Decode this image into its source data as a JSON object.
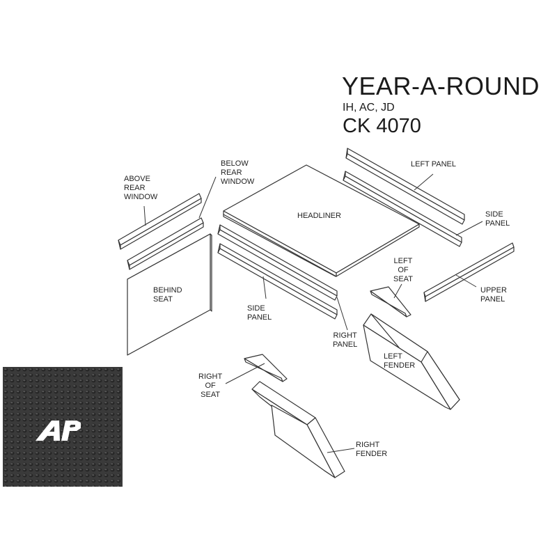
{
  "header": {
    "title": "YEAR-A-ROUND",
    "makes": "IH, AC, JD",
    "kit_code": "CK 4070"
  },
  "parts": {
    "above_rear_window": [
      "ABOVE",
      "REAR",
      "WINDOW"
    ],
    "below_rear_window": [
      "BELOW",
      "REAR",
      "WINDOW"
    ],
    "headliner": [
      "HEADLINER"
    ],
    "left_panel": [
      "LEFT PANEL"
    ],
    "side_panel_right": [
      "SIDE",
      "PANEL"
    ],
    "behind_seat": [
      "BEHIND",
      "SEAT"
    ],
    "side_panel_left": [
      "SIDE",
      "PANEL"
    ],
    "right_panel": [
      "RIGHT",
      "PANEL"
    ],
    "left_of_seat": [
      "LEFT",
      "OF",
      "SEAT"
    ],
    "upper_panel": [
      "UPPER",
      "PANEL"
    ],
    "left_fender": [
      "LEFT",
      "FENDER"
    ],
    "right_of_seat": [
      "RIGHT",
      "OF",
      "SEAT"
    ],
    "right_fender": [
      "RIGHT",
      "FENDER"
    ]
  },
  "swatch": {
    "logo_text": "AP",
    "material_color": "#3a3a3a"
  },
  "colors": {
    "line": "#333333",
    "fill": "#ffffff",
    "title": "#1a1a1a"
  }
}
